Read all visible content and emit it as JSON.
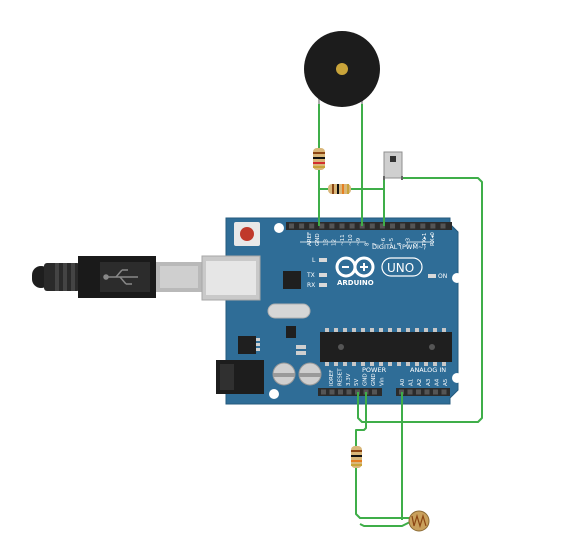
{
  "board": {
    "brand": "ARDUINO",
    "model": "UNO",
    "digital_header_label": "DIGITAL (PWM~)",
    "power_label": "POWER",
    "analog_label": "ANALOG IN",
    "on_label": "ON",
    "led_l": "L",
    "led_tx": "TX",
    "led_rx": "RX",
    "digital_pins": [
      "AREF",
      "GND",
      "13",
      "12",
      "~11",
      "~10",
      "~9",
      "8",
      "7",
      "~6",
      "~5",
      "4",
      "~3",
      "2",
      "TX▸1",
      "RX◂0"
    ],
    "power_pins": [
      "IOREF",
      "RESET",
      "3.3V",
      "5V",
      "GND",
      "GND",
      "Vin"
    ],
    "analog_pins": [
      "A0",
      "A1",
      "A2",
      "A3",
      "A4",
      "A5"
    ]
  },
  "colors": {
    "board": "#2f6d97",
    "board_edge": "#245a7e",
    "wire": "#3fae49",
    "header": "#2b2b2b",
    "chip": "#1f1f1f",
    "silkscreen": "#ffffff"
  },
  "components": {
    "buzzer": "piezo-buzzer",
    "button": "pushbutton",
    "resistors": 3,
    "photoresistor": "ldr",
    "usb": "usb-b-cable"
  }
}
